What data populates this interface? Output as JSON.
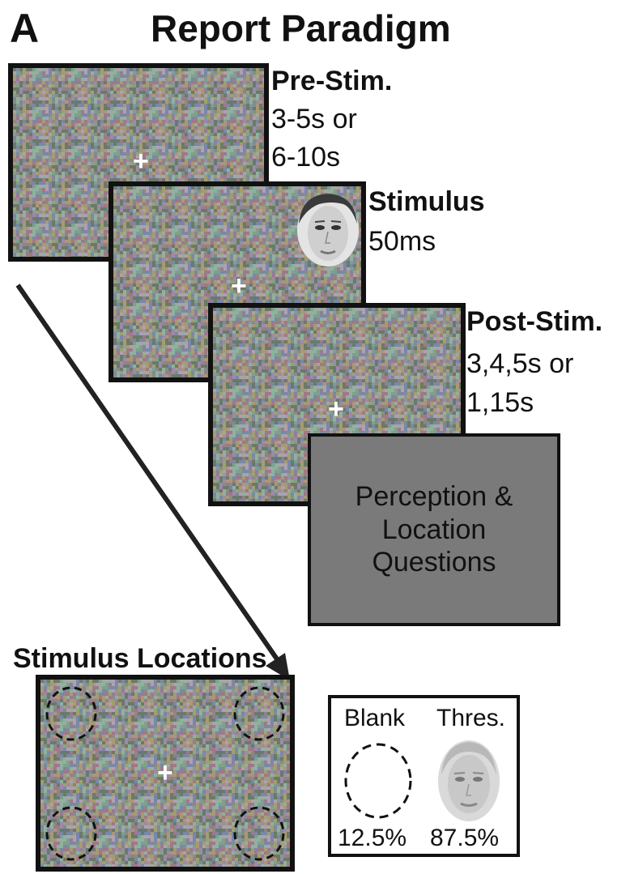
{
  "panel_letter": "A",
  "title": "Report Paradigm",
  "steps": {
    "pre_stim": {
      "label": "Pre-Stim.",
      "line1": "3-5s or",
      "line2": "6-10s"
    },
    "stimulus": {
      "label": "Stimulus",
      "line1": "50ms"
    },
    "post_stim": {
      "label": "Post-Stim.",
      "line1": "3,4,5s or",
      "line2": "1,15s"
    }
  },
  "questions": {
    "line1": "Perception &",
    "line2": "Location",
    "line3": "Questions"
  },
  "fixation_symbol": "+",
  "locations_title": "Stimulus Locations",
  "legend": {
    "blank_label": "Blank",
    "threshold_label": "Thres.",
    "blank_percent": "12.5%",
    "threshold_percent": "87.5%"
  },
  "colors": {
    "frame": "#111111",
    "question_fill": "#7a7a7a",
    "noise_base": "#8a8a8a"
  },
  "icons": {
    "stimulus_face": "face-image",
    "threshold_face": "face-image",
    "blank_circle": "dashed-circle-icon"
  }
}
